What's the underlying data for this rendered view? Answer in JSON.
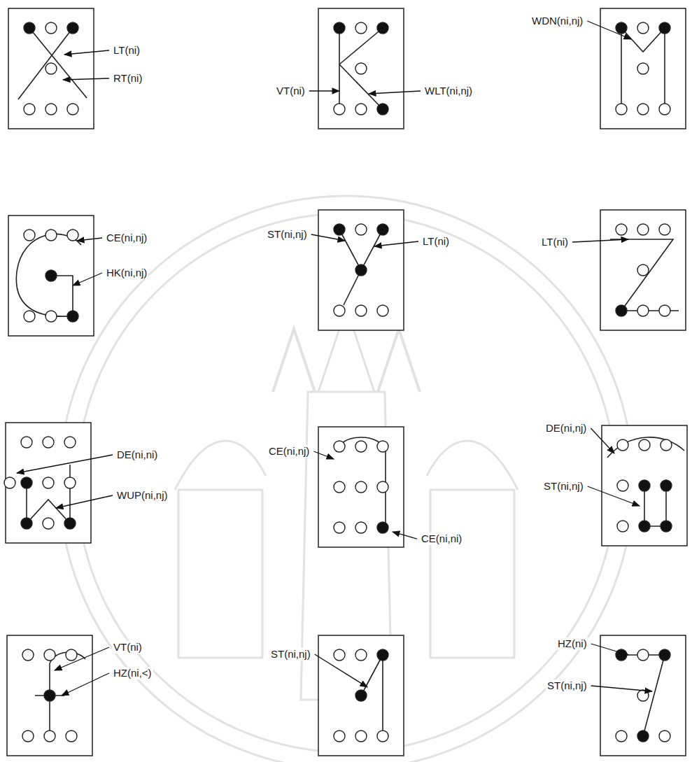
{
  "diagram": {
    "labels": [
      "LT(ni)",
      "RT(ni)",
      "VT(ni)",
      "WLT(ni,nj)",
      "WDN(ni,nj)",
      "CE(ni,nj)",
      "HK(ni,nj)",
      "ST(ni,nj)",
      "LT(ni)",
      "LT(ni)",
      "DE(ni,ni)",
      "WUP(ni,nj)",
      "CE(ni,nj)",
      "CE(ni,ni)",
      "DE(ni,nj)",
      "ST(ni,nj)",
      "VT(ni)",
      "HZ(ni,<)",
      "ST(ni,nj)",
      "HZ(ni)",
      "ST(ni,nj)"
    ]
  }
}
